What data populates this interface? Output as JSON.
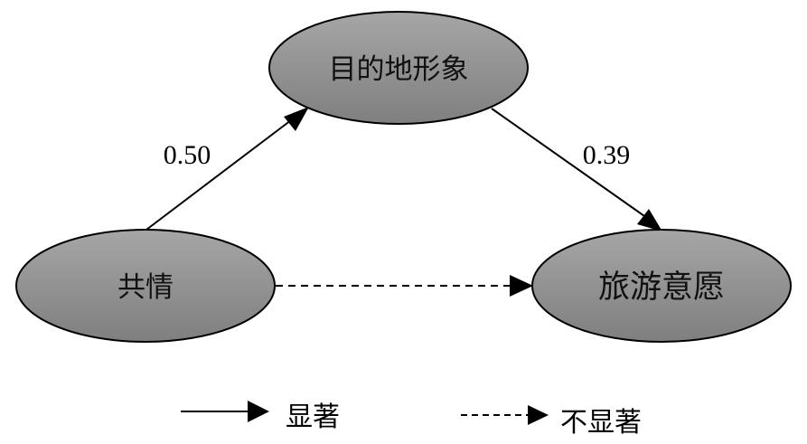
{
  "diagram": {
    "title": "",
    "nodes": [
      {
        "id": "destination_image",
        "label": "目的地形象"
      },
      {
        "id": "empathy",
        "label": "共情"
      },
      {
        "id": "travel_intention",
        "label": "旅游意愿"
      }
    ],
    "edges": [
      {
        "from": "empathy",
        "to": "destination_image",
        "label": "0.50",
        "style": "solid",
        "significant": true
      },
      {
        "from": "destination_image",
        "to": "travel_intention",
        "label": "0.39",
        "style": "solid",
        "significant": true
      },
      {
        "from": "empathy",
        "to": "travel_intention",
        "label": "",
        "style": "dashed",
        "significant": false
      }
    ],
    "legend": [
      {
        "style": "solid",
        "label": "显著"
      },
      {
        "style": "dashed",
        "label": "不显著"
      }
    ],
    "colors": {
      "node_fill_top": "#a6a6a6",
      "node_fill_bottom": "#7f7f7f",
      "stroke": "#000000"
    }
  }
}
